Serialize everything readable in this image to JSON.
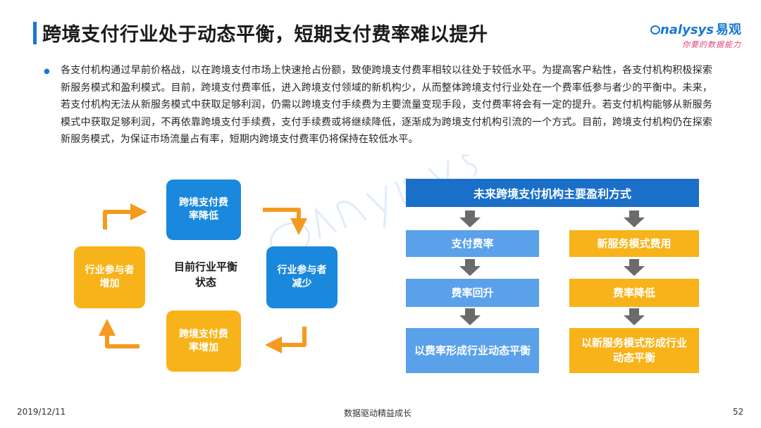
{
  "header": {
    "title": "跨境支付行业处于动态平衡，短期支付费率难以提升",
    "logo_brand": "nalysys",
    "logo_cn": "易观",
    "logo_slogan": "你要的数据能力"
  },
  "summary": {
    "text": "各支付机构通过早前价格战，以在跨境支付市场上快速抢占份额，致使跨境支付费率相较以往处于较低水平。为提高客户粘性，各支付机构积极探索新服务模式和盈利模式。目前，跨境支付费率低，进入跨境支付领域的新机构少，从而整体跨境支付行业处在一个费率低参与者少的平衡中。未来，若支付机构无法从新服务模式中获取足够利润，仍需以跨境支付手续费为主要流量变现手段，支付费率将会有一定的提升。若支付机构能够从新服务模式中获取足够利润，不再依靠跨境支付手续费，支付手续费或将继续降低，逐渐成为跨境支付机构引流的一个方式。目前，跨境支付机构仍在探索新服务模式，为保证市场流量占有率，短期内跨境支付费率仍将保持在较低水平。"
  },
  "cycle": {
    "center": "目前行业平衡状态",
    "top": "跨境支付费率降低",
    "right": "行业参与者减少",
    "bottom": "跨境支付费率增加",
    "left": "行业参与者增加"
  },
  "flow": {
    "header": "未来跨境支付机构主要盈利方式",
    "left_column": [
      "支付费率",
      "费率回升",
      "以费率形成行业动态平衡"
    ],
    "right_column": [
      "新服务模式费用",
      "费率降低",
      "以新服务模式形成行业动态平衡"
    ]
  },
  "footer": {
    "date": "2019/12/11",
    "slogan": "数据驱动精益成长",
    "page": "52"
  },
  "colors": {
    "accent_blue": "#1a77d2",
    "box_blue": "#1a88dc",
    "light_blue": "#5aa1ea",
    "amber": "#f7b319",
    "arrow_orange": "#f59a1f",
    "arrow_gray": "#6b6b6b"
  }
}
